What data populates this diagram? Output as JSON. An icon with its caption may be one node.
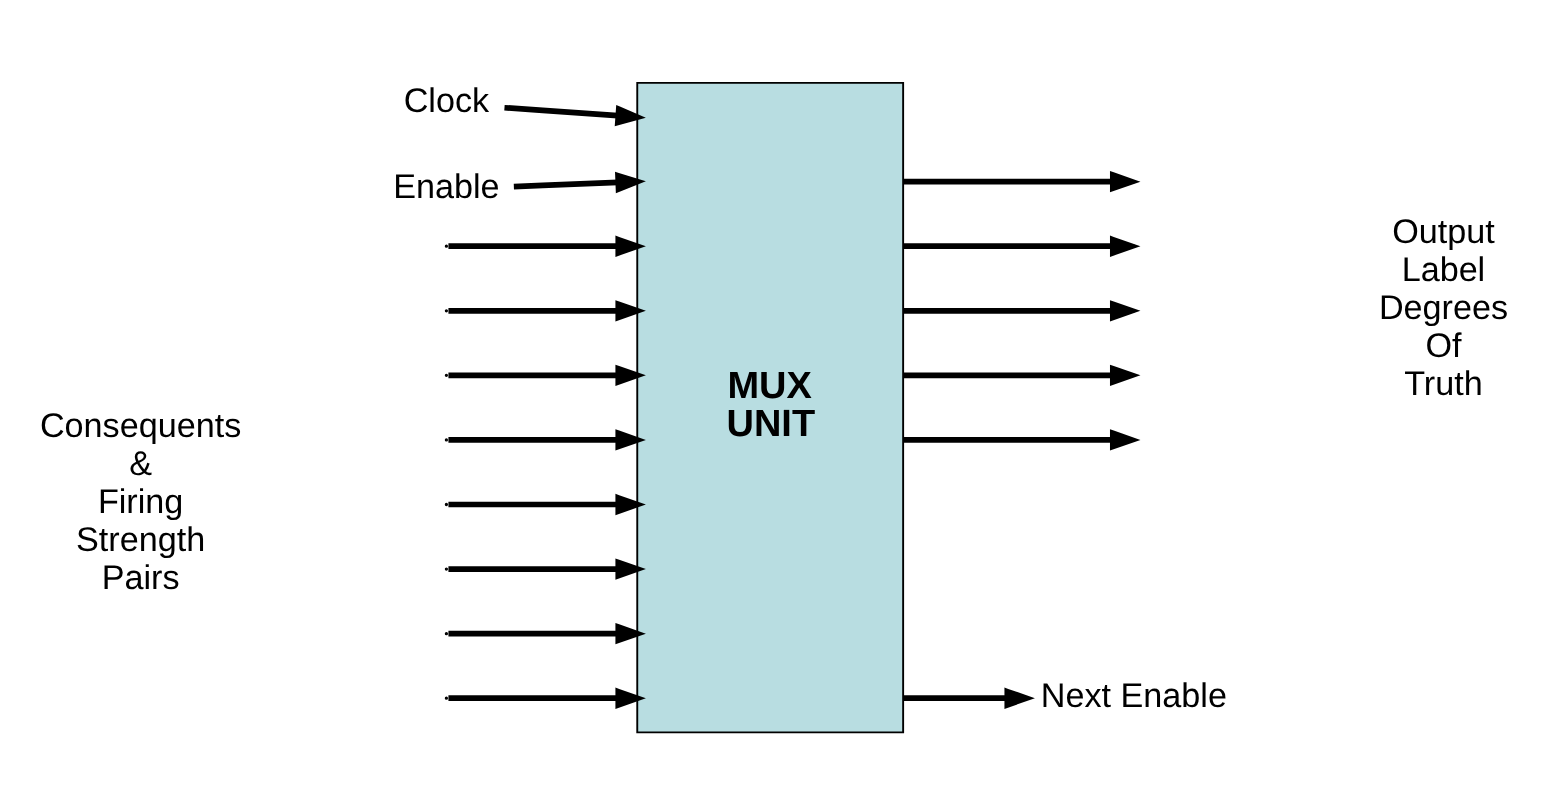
{
  "diagram": {
    "nodes": [
      {
        "text": [
          "MUX UNIT"
        ]
      },
      {
        "text": [
          "Clock"
        ]
      },
      {
        "text": [
          "Enable"
        ]
      },
      {
        "text": [
          "Next Enable"
        ]
      }
    ],
    "edges": [
      {
        "from": 1,
        "to": 0,
        "arrow": "to"
      },
      {
        "from": 2,
        "to": 0,
        "arrow": "to"
      },
      {
        "from": 0,
        "to": null,
        "arrow": "to"
      },
      {
        "from": 0,
        "to": null,
        "arrow": "to"
      },
      {
        "from": 0,
        "to": null,
        "arrow": "to"
      },
      {
        "from": 0,
        "to": null,
        "arrow": "to"
      },
      {
        "from": 0,
        "to": null,
        "arrow": "to"
      },
      {
        "from": null,
        "to": 0,
        "arrow": "to"
      },
      {
        "from": null,
        "to": 0,
        "arrow": "to"
      },
      {
        "from": null,
        "to": 0,
        "arrow": "to"
      },
      {
        "from": null,
        "to": 0,
        "arrow": "to"
      },
      {
        "from": null,
        "to": 0,
        "arrow": "to"
      },
      {
        "from": null,
        "to": 0,
        "arrow": "to"
      },
      {
        "from": null,
        "to": 0,
        "arrow": "to"
      },
      {
        "from": null,
        "to": 0,
        "arrow": "to"
      },
      {
        "from": 0,
        "to": 3,
        "arrow": "to"
      }
    ],
    "labels": [
      "Consequents & Firing Strength Pairs",
      "Output Label Degrees Of Truth"
    ]
  }
}
